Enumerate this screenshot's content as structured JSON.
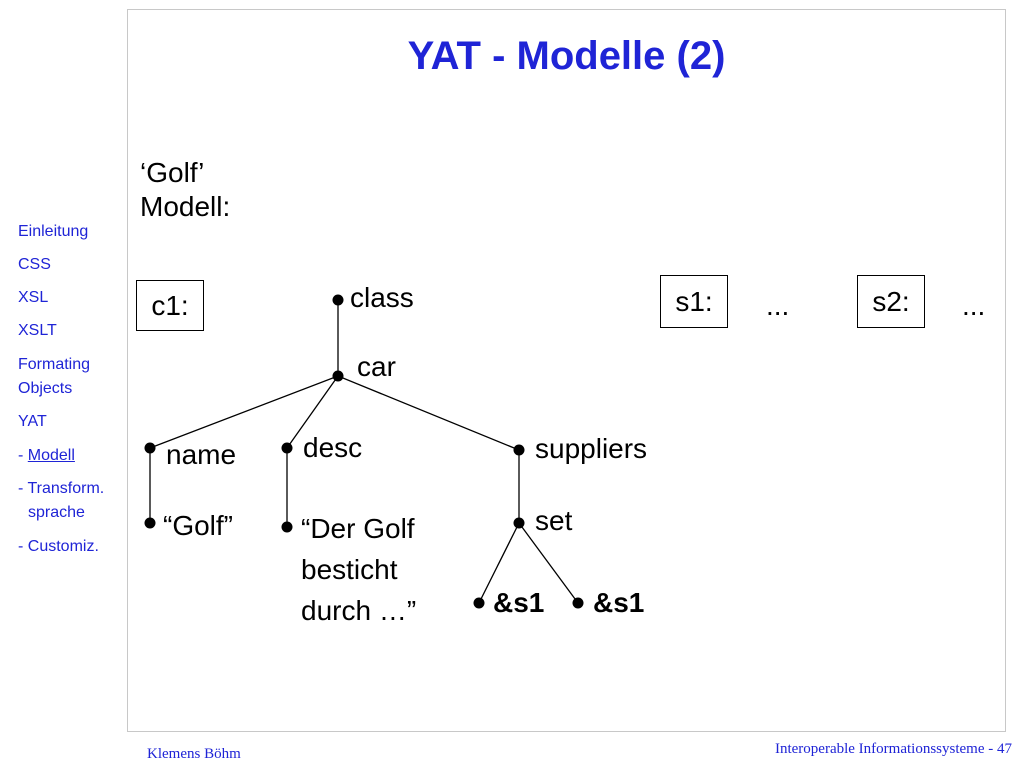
{
  "slide": {
    "title": "YAT - Modelle (2)",
    "heading_line1": "‘Golf’",
    "heading_line2": "Modell:"
  },
  "nav": {
    "items": [
      {
        "label": "Einleitung"
      },
      {
        "label": "CSS"
      },
      {
        "label": "XSL"
      },
      {
        "label": "XSLT"
      },
      {
        "label": "Formating"
      },
      {
        "label": "Objects"
      },
      {
        "label": "YAT"
      },
      {
        "prefix": "- ",
        "label": "Modell"
      },
      {
        "label": "- Transform."
      },
      {
        "label": "sprache"
      },
      {
        "label": "- Customiz."
      }
    ]
  },
  "tree": {
    "c1_label": "c1:",
    "s1_label": "s1:",
    "s1_ellipsis": "...",
    "s2_label": "s2:",
    "s2_ellipsis": "...",
    "class_label": "class",
    "car_label": "car",
    "name_label": "name",
    "desc_label": "desc",
    "suppliers_label": "suppliers",
    "name_value": "“Golf”",
    "desc_value": [
      "“Der Golf",
      "besticht",
      "durch …”"
    ],
    "set_label": "set",
    "ref1": "&s1",
    "ref2": "&s1"
  },
  "footer": {
    "author": "Klemens Böhm",
    "course": "Interoperable Informationssysteme - 47"
  }
}
